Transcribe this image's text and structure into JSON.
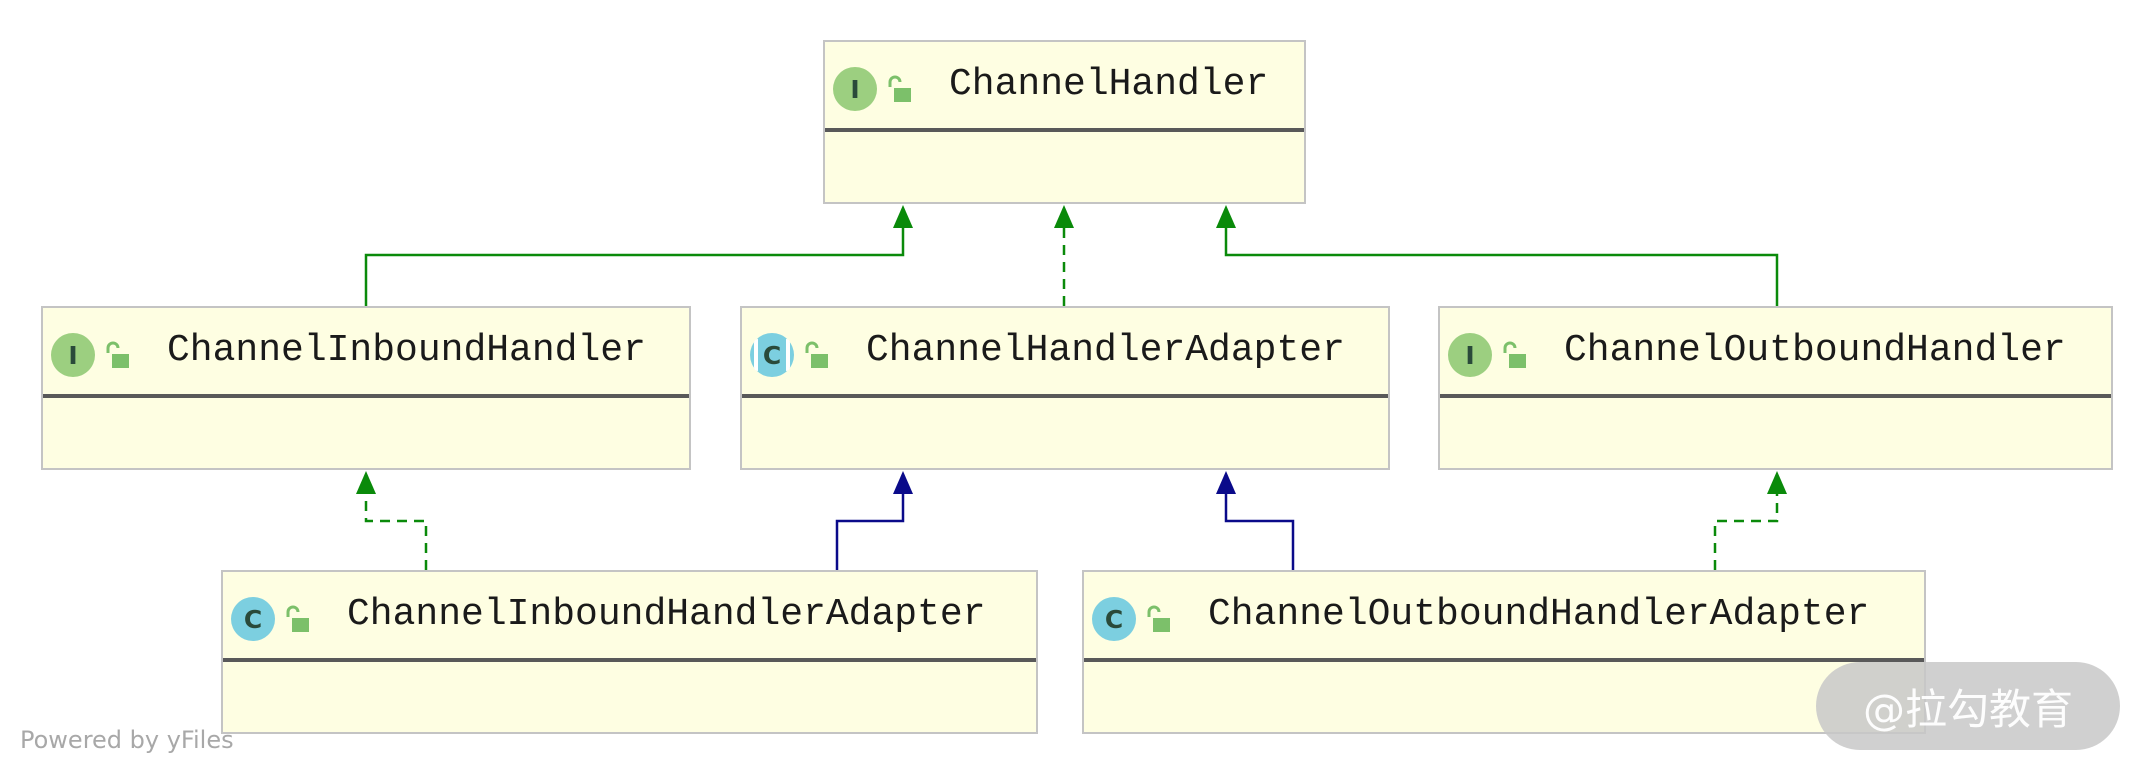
{
  "diagram": {
    "nodes": [
      {
        "id": "channel-handler",
        "badge": "I",
        "kind": "interface",
        "title": "ChannelHandler"
      },
      {
        "id": "channel-inbound-handler",
        "badge": "I",
        "kind": "interface",
        "title": "ChannelInboundHandler"
      },
      {
        "id": "channel-handler-adapter",
        "badge": "C",
        "kind": "abstract-class",
        "title": "ChannelHandlerAdapter"
      },
      {
        "id": "channel-outbound-handler",
        "badge": "I",
        "kind": "interface",
        "title": "ChannelOutboundHandler"
      },
      {
        "id": "channel-inbound-handler-adapter",
        "badge": "C",
        "kind": "class",
        "title": "ChannelInboundHandlerAdapter"
      },
      {
        "id": "channel-outbound-handler-adapter",
        "badge": "C",
        "kind": "class",
        "title": "ChannelOutboundHandlerAdapter"
      }
    ],
    "edges": [
      {
        "from": "channel-inbound-handler",
        "to": "channel-handler",
        "type": "extends-interface"
      },
      {
        "from": "channel-handler-adapter",
        "to": "channel-handler",
        "type": "implements"
      },
      {
        "from": "channel-outbound-handler",
        "to": "channel-handler",
        "type": "extends-interface"
      },
      {
        "from": "channel-inbound-handler-adapter",
        "to": "channel-inbound-handler",
        "type": "implements"
      },
      {
        "from": "channel-inbound-handler-adapter",
        "to": "channel-handler-adapter",
        "type": "extends-class"
      },
      {
        "from": "channel-outbound-handler-adapter",
        "to": "channel-handler-adapter",
        "type": "extends-class"
      },
      {
        "from": "channel-outbound-handler-adapter",
        "to": "channel-outbound-handler",
        "type": "implements"
      }
    ],
    "colors": {
      "interface_edge": "#0a8a0a",
      "class_edge": "#0a0a8a",
      "node_fill": "#fefee2",
      "interface_badge": "#9ccf80",
      "class_badge": "#7ccfe0"
    }
  },
  "footer": {
    "powered_by": "Powered by yFiles"
  },
  "watermark": {
    "text": "@拉勾教育"
  }
}
